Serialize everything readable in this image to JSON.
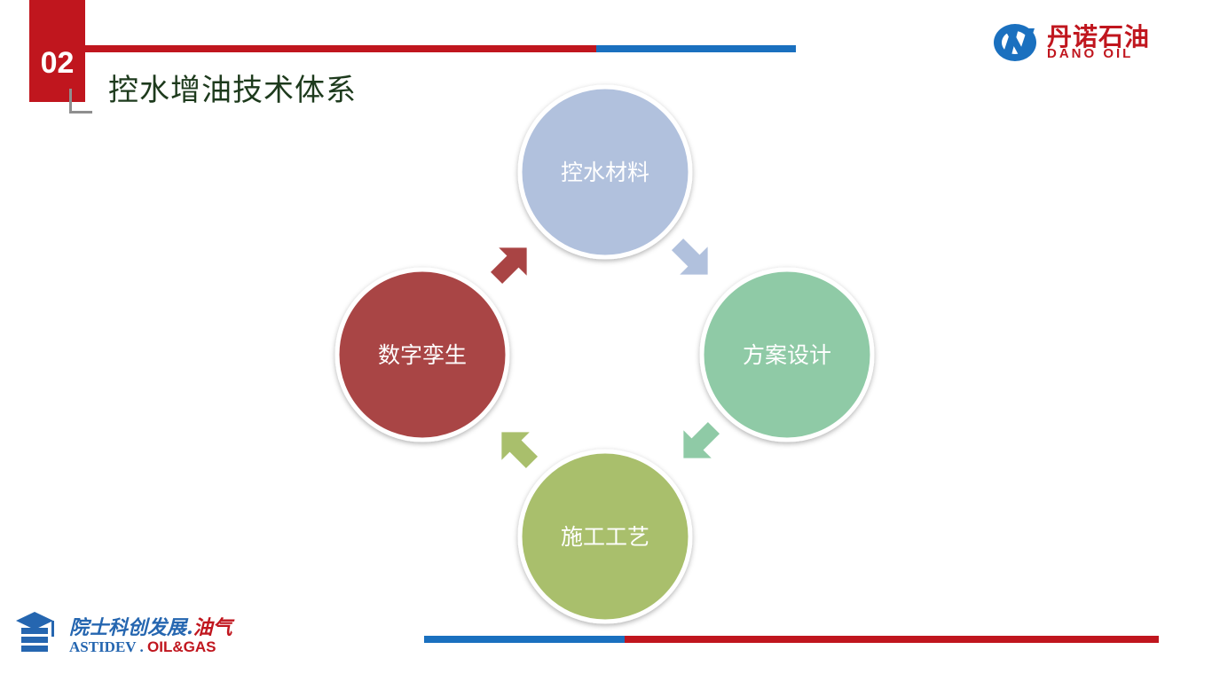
{
  "section": {
    "number": "02",
    "title": "控水增油技术体系"
  },
  "brand": {
    "name_cn": "丹诺石油",
    "name_en": "DANO OIL",
    "color": "#c0161e",
    "accent": "#1a70bf"
  },
  "cycle": {
    "nodes": [
      {
        "label": "控水材料",
        "color": "#b1c1dd"
      },
      {
        "label": "方案设计",
        "color": "#8fcaa6"
      },
      {
        "label": "施工工艺",
        "color": "#a9bf6c"
      },
      {
        "label": "数字孪生",
        "color": "#a94444"
      }
    ]
  },
  "footer": {
    "slogan_cn": "院士科创发展.",
    "slogan_cn_red": "油气",
    "slogan_en": "ASTIDEV .",
    "slogan_en_red": "OIL&GAS"
  }
}
